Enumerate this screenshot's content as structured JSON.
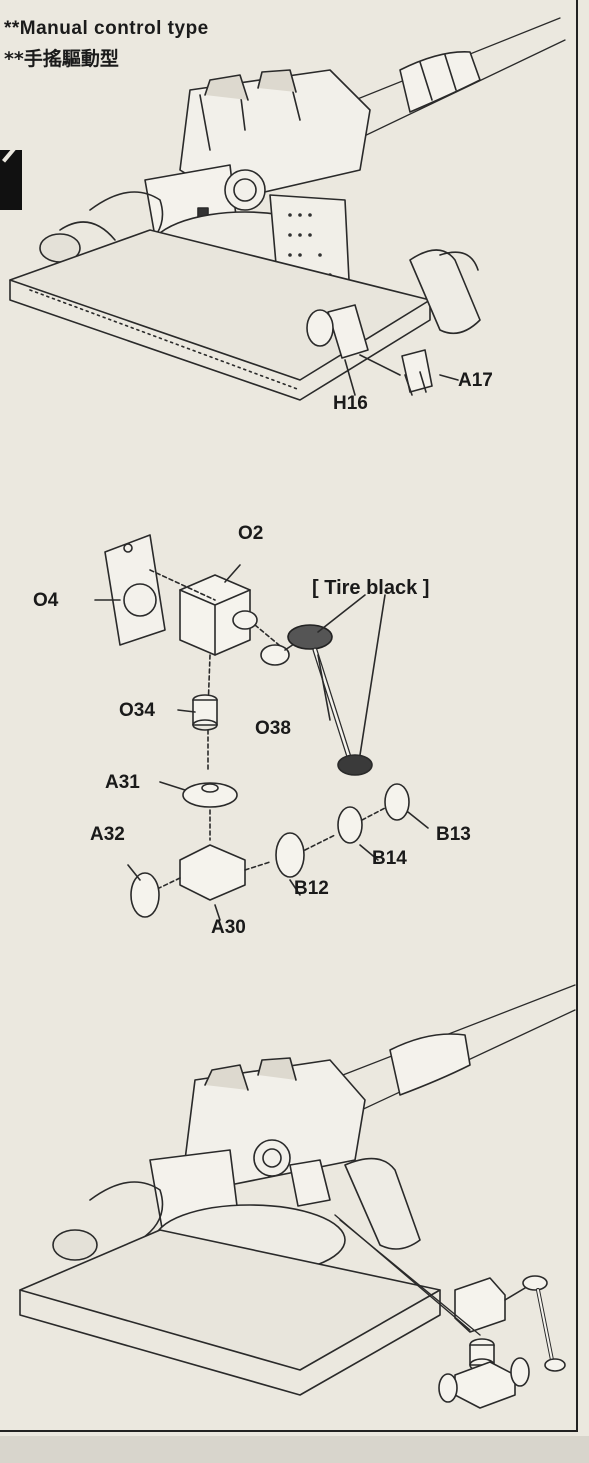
{
  "header": {
    "title_en": "**Manual control type",
    "title_zh": "**手搖驅動型"
  },
  "parts": {
    "h16": "H16",
    "a17": "A17",
    "o2": "O2",
    "o4": "O4",
    "o34": "O34",
    "o38": "O38",
    "a31": "A31",
    "a32": "A32",
    "a30": "A30",
    "b12": "B12",
    "b13": "B13",
    "b14": "B14"
  },
  "paint_note": "[ Tire black ]"
}
